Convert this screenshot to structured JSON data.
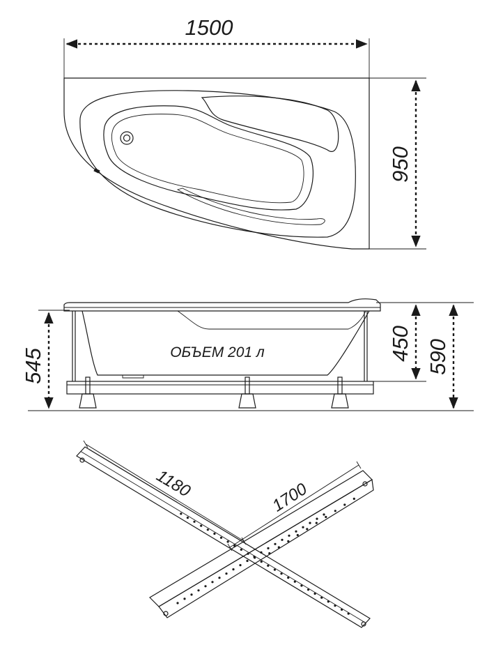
{
  "top_view": {
    "width_label": "1500",
    "depth_label": "950"
  },
  "side_view": {
    "total_height_label": "590",
    "bowl_height_label": "450",
    "frame_height_label": "545",
    "volume_label": "ОБЪЕМ 201 л"
  },
  "frame_view": {
    "short_bar_label": "1180",
    "long_bar_label": "1700"
  },
  "colors": {
    "ink": "#1a1a1a",
    "background": "#ffffff"
  }
}
